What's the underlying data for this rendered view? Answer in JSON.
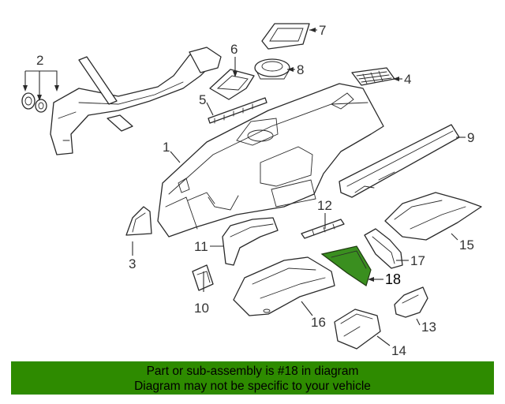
{
  "diagram": {
    "highlight_color": "#3a8f1f",
    "callouts": [
      {
        "id": "1",
        "label": "1"
      },
      {
        "id": "2",
        "label": "2"
      },
      {
        "id": "3",
        "label": "3"
      },
      {
        "id": "4",
        "label": "4"
      },
      {
        "id": "5",
        "label": "5"
      },
      {
        "id": "6",
        "label": "6"
      },
      {
        "id": "7",
        "label": "7"
      },
      {
        "id": "8",
        "label": "8"
      },
      {
        "id": "9",
        "label": "9"
      },
      {
        "id": "10",
        "label": "10"
      },
      {
        "id": "11",
        "label": "11"
      },
      {
        "id": "12",
        "label": "12"
      },
      {
        "id": "13",
        "label": "13"
      },
      {
        "id": "14",
        "label": "14"
      },
      {
        "id": "15",
        "label": "15"
      },
      {
        "id": "16",
        "label": "16"
      },
      {
        "id": "17",
        "label": "17"
      },
      {
        "id": "18",
        "label": "18"
      }
    ]
  },
  "banner": {
    "line1": "Part or sub-assembly is #18 in diagram",
    "line2": "Diagram may not be specific to your vehicle",
    "background": "#2e8b00"
  }
}
